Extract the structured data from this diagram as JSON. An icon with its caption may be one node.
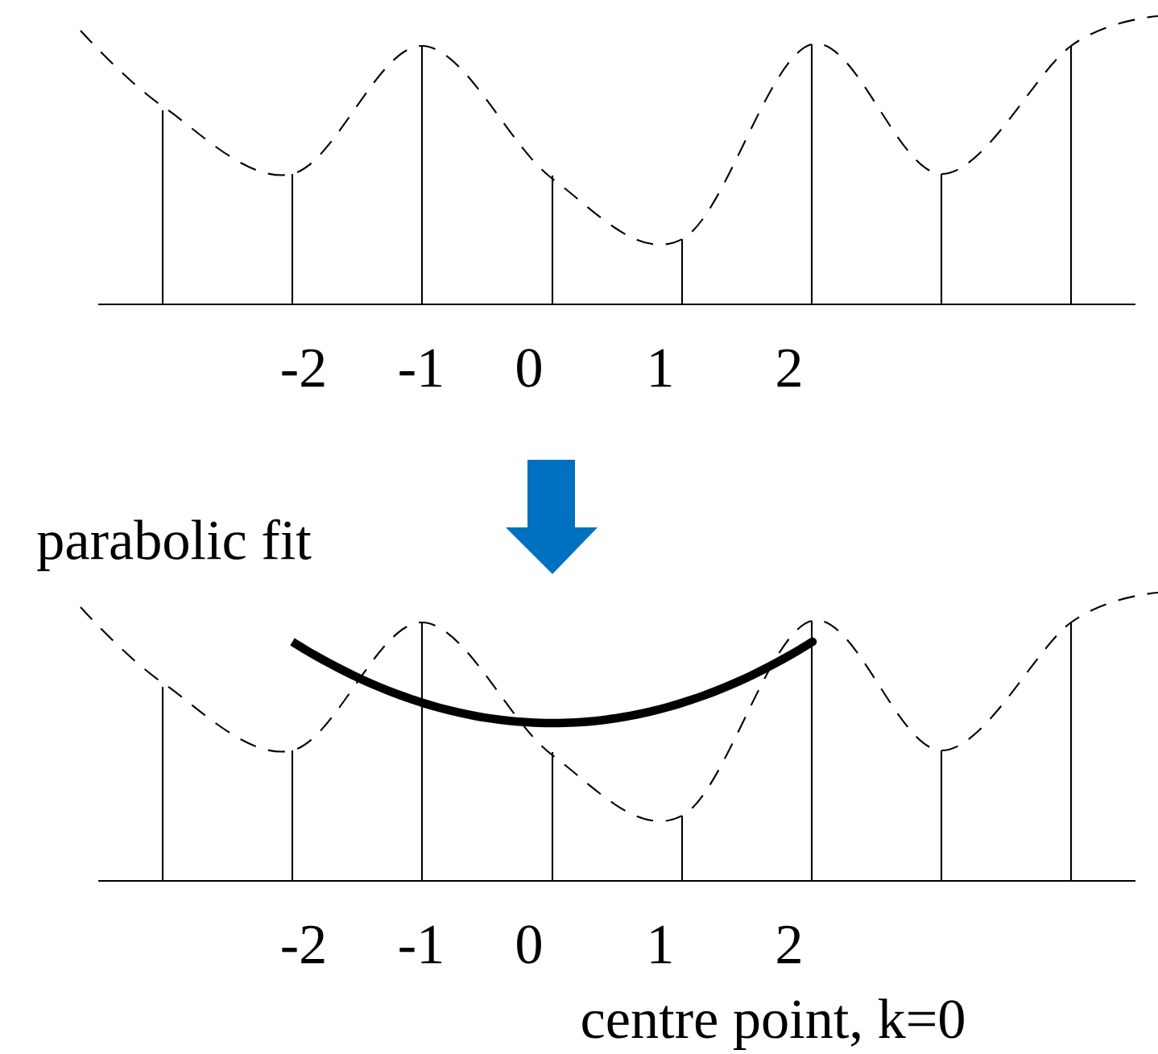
{
  "diagram": {
    "labels": [
      "-2",
      "-1",
      "0",
      "1",
      "2",
      "parabolic fit",
      "-2",
      "-1",
      "0",
      "1",
      "2",
      "centre point, k=0"
    ]
  }
}
